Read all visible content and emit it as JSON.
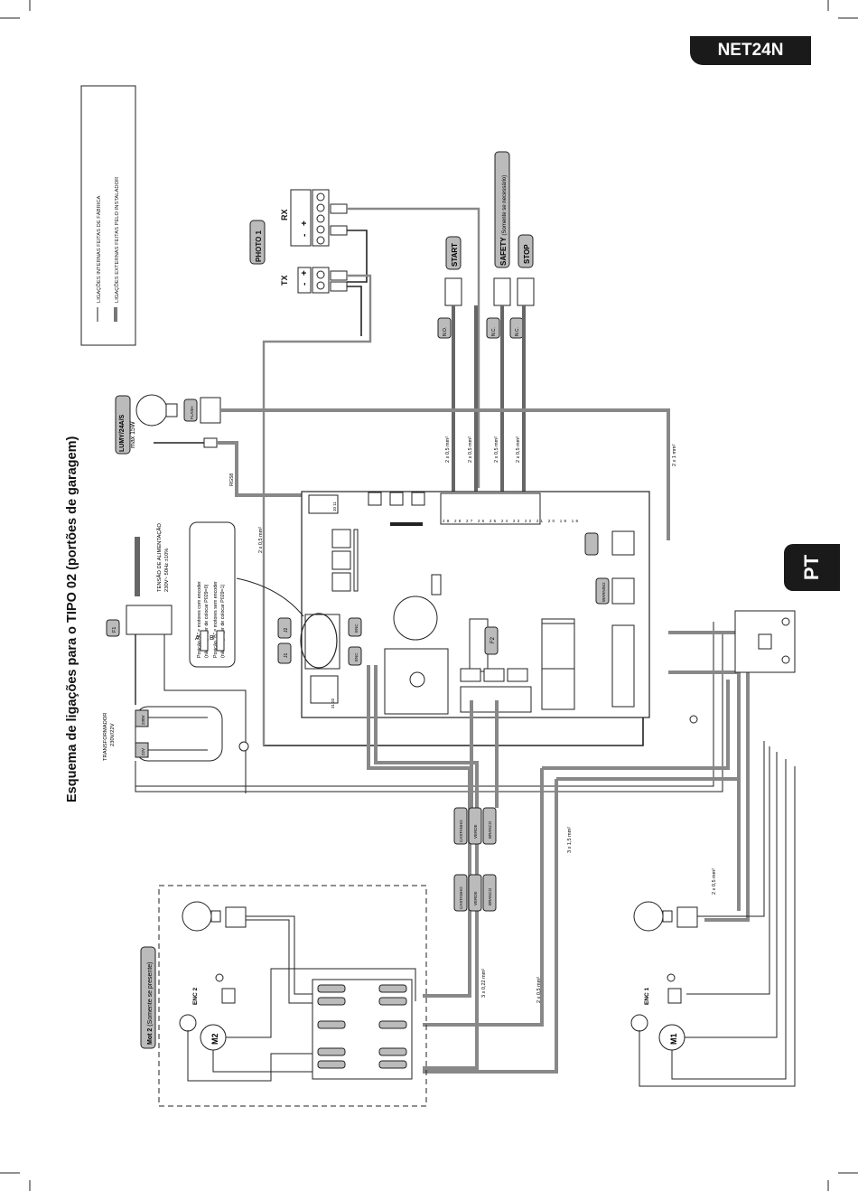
{
  "header": {
    "model": "NET24N",
    "language_tab": "PT"
  },
  "title": "Esquema de ligações para o TIPO 02 (portões de garagem)",
  "legend": {
    "internal": "LIGAÇÕES INTERNAS FEITAS DE FÁBRICA",
    "external": "LIGAÇÕES EXTERNAS FEITAS PELO INSTALADOR"
  },
  "photo": {
    "label": "PHOTO 1",
    "tx": "TX",
    "rx": "RX",
    "minus": "-",
    "plus": "+"
  },
  "inputs": {
    "start": "START",
    "safety": "SAFETY",
    "safety_note": "(Somente se necessário)",
    "stop": "STOP",
    "no": "N.O.",
    "nc": "N.C."
  },
  "lamp": {
    "model": "LUMY/24A/S",
    "power": "max 15W",
    "flash": "FLASH"
  },
  "rg58": "RG58",
  "power_supply": {
    "line1": "TENSÃO DE ALIMENTAÇÃO",
    "line2": "230V~ 50Hz ±10%"
  },
  "transformer": {
    "line1": "TRANSFORMADOR",
    "line2": "230V/22V",
    "in": "230V",
    "out": "22V"
  },
  "fuse": {
    "f1": "F1",
    "f2": "F2"
  },
  "encoder_note": {
    "a": "Posição \"A\" = motores com encoder",
    "a2": "(não esqueçer de colocar P029=0)",
    "b": "Posição \"B\" = motores sem encoder",
    "b2": "(não esqueçer de colocar P029=1)",
    "pos_a": "A",
    "pos_b": "B"
  },
  "cables": {
    "c05": "2 x 0,5 mm²",
    "c1": "2 x 1 mm²",
    "c15": "3 x 1,5 mm²",
    "c022": "3 x 0,22 mm²"
  },
  "wires": {
    "castanho": "CASTANHO",
    "verde": "VERDE",
    "branco": "BRANCO"
  },
  "motors": {
    "m1": "M1",
    "m2": "M2",
    "enc1": "ENC 1",
    "enc2": "ENC 2",
    "mot2": "Mot 2",
    "mot2_note": "(Somente se presente)"
  },
  "board": {
    "warning": "WARNING",
    "j1": "J1",
    "j2": "J2",
    "enc": "ENC",
    "term_left": "31 32",
    "term_mid": "10 11",
    "term_top": "29 28 27 26 25 24 23 22 21 20 19 18"
  },
  "colors": {
    "accent": "#1a1a1a",
    "cable": "#888888",
    "line": "#222222"
  }
}
